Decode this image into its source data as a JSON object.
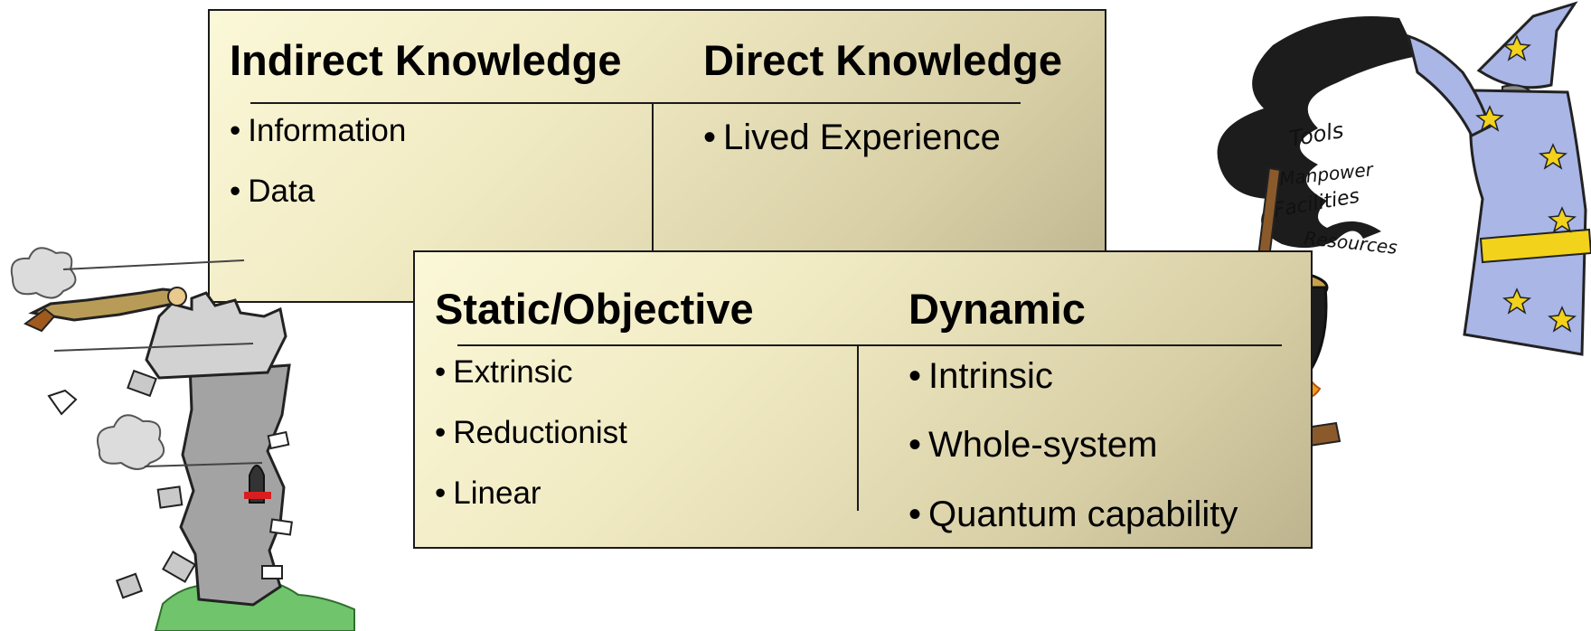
{
  "knowledge": {
    "left_header": "Indirect Knowledge",
    "right_header": "Direct Knowledge",
    "left_items": [
      "Information",
      "Data"
    ],
    "right_items": [
      "Lived Experience"
    ]
  },
  "modes": {
    "left_header": "Static/Objective",
    "right_header": "Dynamic",
    "left_items": [
      "Extrinsic",
      "Reductionist",
      "Linear"
    ],
    "right_items": [
      "Intrinsic",
      "Whole-system",
      "Quantum capability"
    ]
  },
  "wizard_art": {
    "smoke_words": [
      "Tools",
      "Manpower",
      "Facilities",
      "Resources"
    ]
  },
  "colors": {
    "panel_light": "#fbf8d8",
    "panel_dark": "#bdb48f",
    "robe": "#a9b6e6",
    "star": "#f2d21a",
    "flame": "#f39a1c",
    "tower": "#9c9c9c",
    "grass": "#6fc46c",
    "window_red": "#d81e1e"
  }
}
